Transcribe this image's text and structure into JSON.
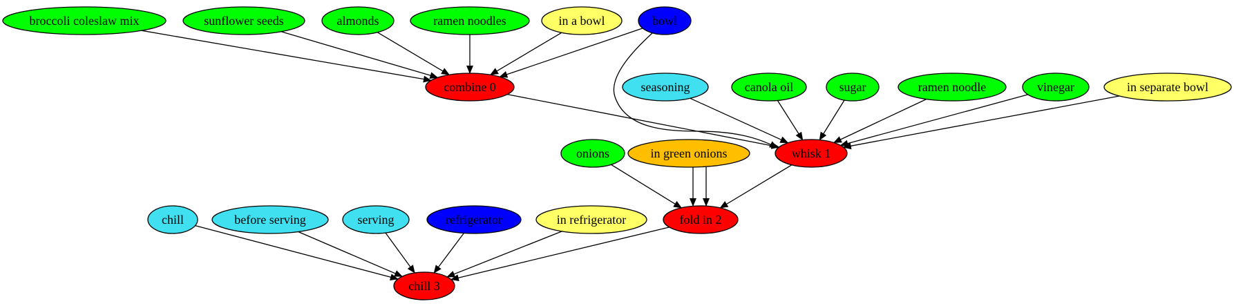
{
  "colors": {
    "ingredient": "#00ff00",
    "step": "#ff0000",
    "location": "#ffff66",
    "tool": "#0000ff",
    "modifier": "#40e0f0",
    "detail": "#ffbf00",
    "stroke": "#000000"
  },
  "nodes": {
    "broccoli_coleslaw_mix": {
      "label": "broccoli coleslaw mix",
      "kind": "ingredient"
    },
    "sunflower_seeds": {
      "label": "sunflower seeds",
      "kind": "ingredient"
    },
    "almonds": {
      "label": "almonds",
      "kind": "ingredient"
    },
    "ramen_noodles": {
      "label": "ramen noodles",
      "kind": "ingredient"
    },
    "in_a_bowl": {
      "label": "in a bowl",
      "kind": "location"
    },
    "bowl": {
      "label": "bowl",
      "kind": "tool"
    },
    "combine_0": {
      "label": "combine 0",
      "kind": "step"
    },
    "seasoning": {
      "label": "seasoning",
      "kind": "modifier"
    },
    "canola_oil": {
      "label": "canola oil",
      "kind": "ingredient"
    },
    "sugar": {
      "label": "sugar",
      "kind": "ingredient"
    },
    "ramen_noodle": {
      "label": "ramen noodle",
      "kind": "ingredient"
    },
    "vinegar": {
      "label": "vinegar",
      "kind": "ingredient"
    },
    "in_separate_bowl": {
      "label": "in separate bowl",
      "kind": "location"
    },
    "whisk_1": {
      "label": "whisk 1",
      "kind": "step"
    },
    "onions": {
      "label": "onions",
      "kind": "ingredient"
    },
    "in_green_onions": {
      "label": "in green onions",
      "kind": "detail"
    },
    "fold_in_2": {
      "label": "fold in 2",
      "kind": "step"
    },
    "chill": {
      "label": "chill",
      "kind": "modifier"
    },
    "before_serving": {
      "label": "before serving",
      "kind": "modifier"
    },
    "serving": {
      "label": "serving",
      "kind": "modifier"
    },
    "refrigerator": {
      "label": "refrigerator",
      "kind": "tool"
    },
    "in_refrigerator": {
      "label": "in refrigerator",
      "kind": "location"
    },
    "chill_3": {
      "label": "chill 3",
      "kind": "step"
    }
  },
  "edges": [
    [
      "broccoli_coleslaw_mix",
      "combine_0"
    ],
    [
      "sunflower_seeds",
      "combine_0"
    ],
    [
      "almonds",
      "combine_0"
    ],
    [
      "ramen_noodles",
      "combine_0"
    ],
    [
      "in_a_bowl",
      "combine_0"
    ],
    [
      "bowl",
      "combine_0"
    ],
    [
      "bowl",
      "whisk_1"
    ],
    [
      "combine_0",
      "whisk_1"
    ],
    [
      "seasoning",
      "whisk_1"
    ],
    [
      "canola_oil",
      "whisk_1"
    ],
    [
      "sugar",
      "whisk_1"
    ],
    [
      "ramen_noodle",
      "whisk_1"
    ],
    [
      "vinegar",
      "whisk_1"
    ],
    [
      "in_separate_bowl",
      "whisk_1"
    ],
    [
      "onions",
      "fold_in_2"
    ],
    [
      "in_green_onions",
      "fold_in_2"
    ],
    [
      "in_green_onions",
      "fold_in_2"
    ],
    [
      "whisk_1",
      "fold_in_2"
    ],
    [
      "chill",
      "chill_3"
    ],
    [
      "before_serving",
      "chill_3"
    ],
    [
      "serving",
      "chill_3"
    ],
    [
      "refrigerator",
      "chill_3"
    ],
    [
      "in_refrigerator",
      "chill_3"
    ],
    [
      "fold_in_2",
      "chill_3"
    ]
  ]
}
